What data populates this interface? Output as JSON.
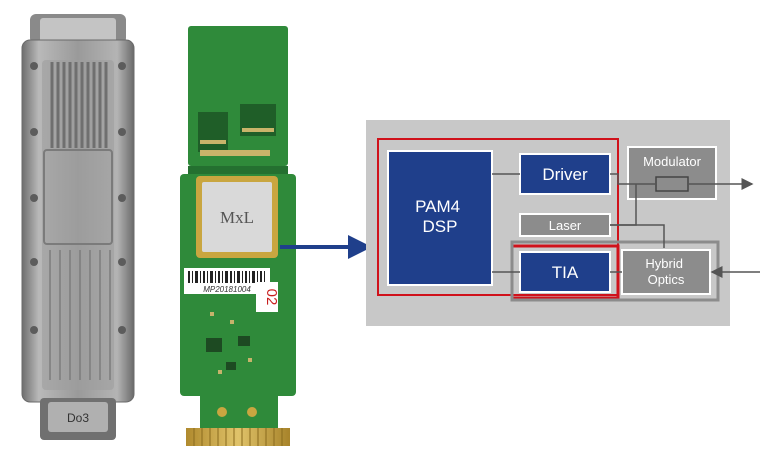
{
  "photos": {
    "module_case": {
      "label_text": "Do3"
    },
    "module_board": {
      "chip_logo": "MxL",
      "barcode_text": "MP20181004",
      "sticker_number": "02"
    }
  },
  "diagram": {
    "dsp_line1": "PAM4",
    "dsp_line2": "DSP",
    "driver": "Driver",
    "modulator": "Modulator",
    "laser": "Laser",
    "tia": "TIA",
    "hybrid_line1": "Hybrid",
    "hybrid_line2": "Optics"
  },
  "colors": {
    "block_blue": "#1f3f8b",
    "panel_gray": "#c8c8c8",
    "box_gray": "#8c8c8c",
    "highlight_red": "#d0121b",
    "pcb_green": "#2f8a3a"
  }
}
